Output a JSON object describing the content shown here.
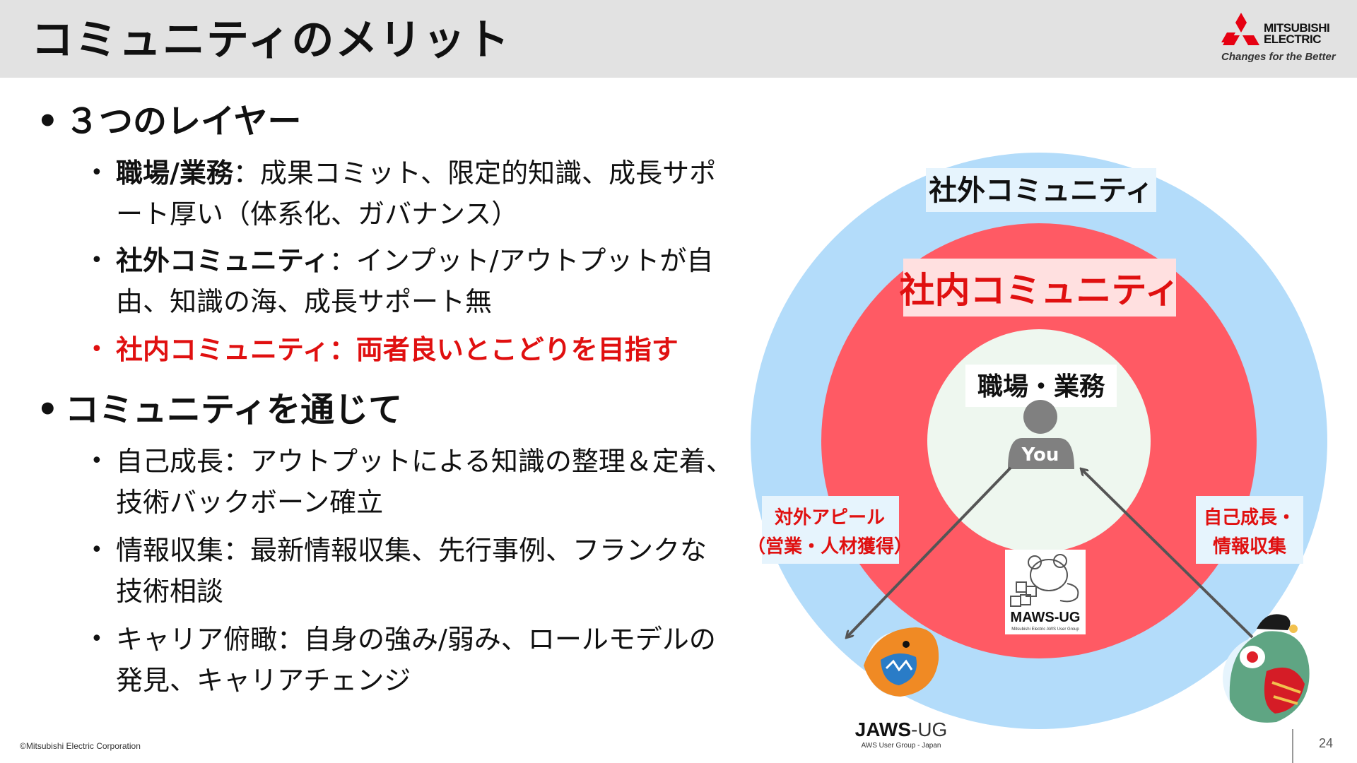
{
  "slide": {
    "title": "コミュニティのメリット",
    "page_number": "24",
    "copyright": "©Mitsubishi Electric Corporation"
  },
  "logo": {
    "name_line1": "MITSUBISHI",
    "name_line2": "ELECTRIC",
    "tagline": "Changes for the Better"
  },
  "bullets": {
    "b1": {
      "heading": "３つのレイヤー",
      "items": [
        {
          "label": "職場/業務",
          "text": "：成果コミット、限定的知識、成長サポート厚い（体系化、ガバナンス）"
        },
        {
          "label": "社外コミュニティ",
          "text": "：インプット/アウトプットが自由、知識の海、成長サポート無"
        },
        {
          "label": "社内コミュニティ",
          "text": "：両者良いとこどりを目指す"
        }
      ]
    },
    "b2": {
      "heading": "コミュニティを通じて",
      "items": [
        {
          "label": "自己成長",
          "text": "：アウトプットによる知識の整理＆定着、技術バックボーン確立"
        },
        {
          "label": "情報収集",
          "text": "：最新情報収集、先行事例、フランクな技術相談"
        },
        {
          "label": "キャリア俯瞰",
          "text": "：自身の強み/弱み、ロールモデルの発見、キャリアチェンジ"
        }
      ]
    }
  },
  "diagram": {
    "outer_label": "社外コミュニティ",
    "middle_label": "社内コミュニティ",
    "inner_label": "職場・業務",
    "person_label": "You",
    "left_label_line1": "対外アピール",
    "left_label_line2": "（営業・人材獲得）",
    "right_label_line1": "自己成長・",
    "right_label_line2": "情報収集",
    "maws_logo_text": "MAWS-UG",
    "maws_logo_subtext": "Mitsubishi Electric AWS User Group",
    "jaws_logo_text_1": "JAWS",
    "jaws_logo_text_2": "-UG",
    "jaws_logo_subtext": "AWS User Group - Japan"
  },
  "colors": {
    "header_bg": "#e2e2e2",
    "outer_ring": "#b3dcfa",
    "middle_ring": "#ff5a64",
    "inner_circle": "#eef7ef",
    "accent_red": "#e01010",
    "person_gray": "#808080"
  },
  "icons": {
    "logo": "three-diamonds-icon",
    "person": "person-icon",
    "maws": "mouse-mascot-icon",
    "jaws": "shark-mascot-icon",
    "right_mascot": "shark-kimono-mascot-icon"
  }
}
